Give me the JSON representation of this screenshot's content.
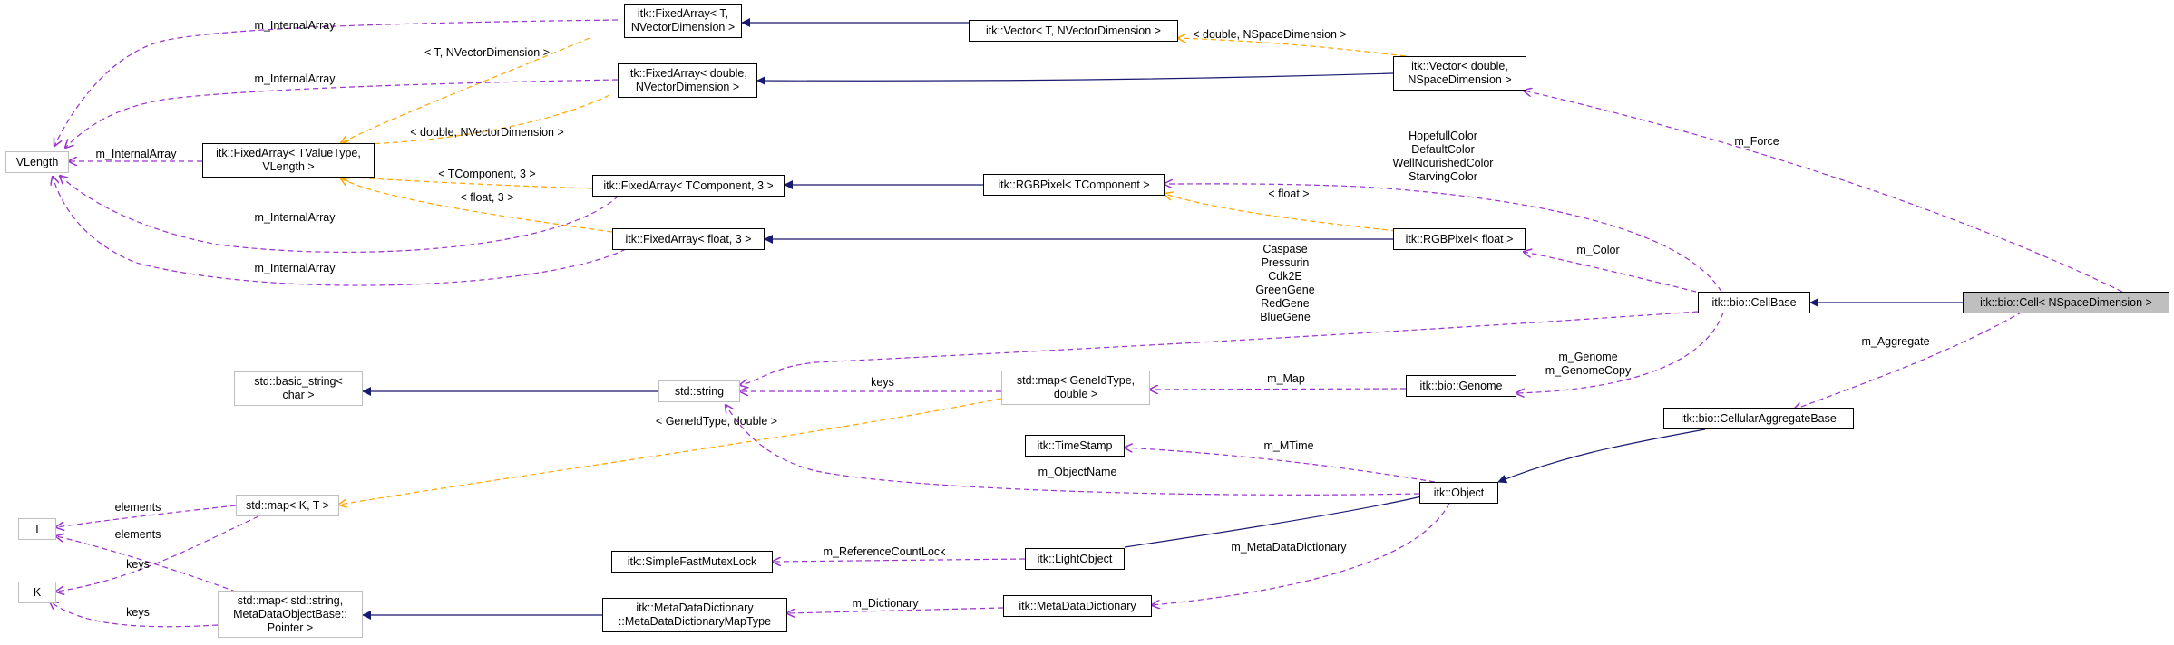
{
  "colors": {
    "inherit": "#191970",
    "member": "#9a32cd",
    "template": "#ffa500",
    "focus_fill": "#bfbfbf"
  },
  "nodes": {
    "vlength": "VLength",
    "fixedarray_t_nvec": "itk::FixedArray< T,\nNVectorDimension >",
    "vector_t_nvec": "itk::Vector< T, NVectorDimension >",
    "fixedarray_double_nvec": "itk::FixedArray< double,\nNVectorDimension >",
    "vector_double_nspace": "itk::Vector< double,\nNSpaceDimension >",
    "fixedarray_tvalue_vlength": "itk::FixedArray< TValueType,\nVLength >",
    "fixedarray_tcomponent_3": "itk::FixedArray< TComponent, 3 >",
    "rgbpixel_tcomponent": "itk::RGBPixel< TComponent >",
    "fixedarray_float_3": "itk::FixedArray< float, 3 >",
    "rgbpixel_float": "itk::RGBPixel< float >",
    "cellbase": "itk::bio::CellBase",
    "cell": "itk::bio::Cell< NSpaceDimension >",
    "basic_string": "std::basic_string<\nchar >",
    "std_string": "std::string",
    "map_geneid_double": "std::map< GeneIdType,\ndouble >",
    "genome": "itk::bio::Genome",
    "cellular_aggregate_base": "itk::bio::CellularAggregateBase",
    "timestamp": "itk::TimeStamp",
    "object": "itk::Object",
    "T": "T",
    "map_k_t": "std::map< K, T >",
    "K": "K",
    "simple_fast_mutex_lock": "itk::SimpleFastMutexLock",
    "light_object": "itk::LightObject",
    "map_string_metadata": "std::map< std::string,\nMetaDataObjectBase::\nPointer >",
    "metadata_dictionary_maptype": "itk::MetaDataDictionary\n::MetaDataDictionaryMapType",
    "metadata_dictionary": "itk::MetaDataDictionary"
  },
  "labels": {
    "m_internalarray_1": "m_InternalArray",
    "t_nvectordimension": "< T, NVectorDimension >",
    "m_internalarray_2": "m_InternalArray",
    "double_nvectordimension": "< double, NVectorDimension >",
    "m_internalarray_3": "m_InternalArray",
    "tcomponent_3": "< TComponent, 3 >",
    "float_3": "< float, 3 >",
    "m_internalarray_4": "m_InternalArray",
    "m_internalarray_5": "m_InternalArray",
    "double_nspacedimension": "< double, NSpaceDimension >",
    "m_force": "m_Force",
    "colors": "HopefullColor\nDefaultColor\nWellNourishedColor\nStarvingColor",
    "float": "< float >",
    "m_color": "m_Color",
    "genes": "Caspase\nPressurin\nCdk2E\nGreenGene\nRedGene\nBlueGene",
    "keys_1": "keys",
    "m_map": "m_Map",
    "m_genome": "m_Genome\nm_GenomeCopy",
    "m_aggregate": "m_Aggregate",
    "geneidtype_double": "< GeneIdType, double >",
    "m_mtime": "m_MTime",
    "m_objectname": "m_ObjectName",
    "elements_1": "elements",
    "elements_2": "elements",
    "keys_2": "keys",
    "keys_3": "keys",
    "m_referencecountlock": "m_ReferenceCountLock",
    "m_metadatadictionary": "m_MetaDataDictionary",
    "m_dictionary": "m_Dictionary"
  }
}
